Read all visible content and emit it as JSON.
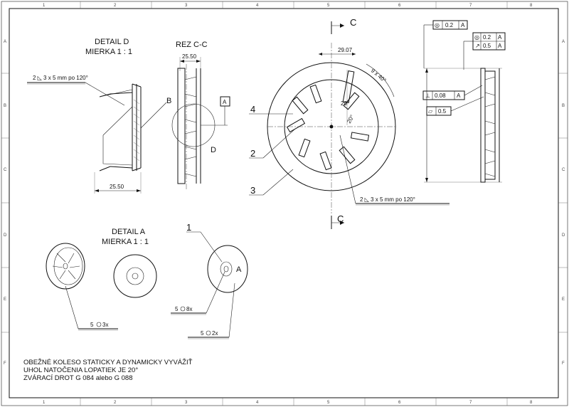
{
  "frame": {
    "cols": [
      "1",
      "2",
      "3",
      "4",
      "5",
      "6",
      "7",
      "8"
    ],
    "rows": [
      "A",
      "B",
      "C",
      "D",
      "E",
      "F"
    ]
  },
  "detail_d": {
    "title": "DETAIL D",
    "scale": "MIERKA 1 : 1",
    "dim_width": "25.50",
    "callout_b": "B"
  },
  "section_cc": {
    "title": "REZ C-C",
    "dim_top": "25.50",
    "datum": "A",
    "detail_ref": "D"
  },
  "front_view": {
    "section_marker": "C",
    "dim_h": "29.07",
    "dim_angle": "9 x 40°",
    "angle_a": "20°",
    "angle_b": "20°",
    "balloons": [
      "4",
      "2",
      "3"
    ],
    "weld_note": "2 ◺ 3 x 5 mm po 120°"
  },
  "weld_note_left": "2 ◺ 3 x 5 mm po 120°",
  "side_view": {
    "fcf_top": {
      "symbol": "◎",
      "value": "0.2",
      "datum": "A"
    },
    "fcf_right": [
      {
        "symbol": "◎",
        "value": "0.2",
        "datum": "A"
      },
      {
        "symbol": "↗",
        "value": "0.5",
        "datum": "A"
      }
    ],
    "fcf_perp": {
      "symbol": "⊥",
      "value": "0.08",
      "datum": "A"
    },
    "fcf_flat": {
      "symbol": "▱",
      "value": "0.5"
    }
  },
  "detail_a": {
    "title": "DETAIL A",
    "scale": "MIERKA 1 : 1",
    "balloon": "1",
    "ref_a": "A",
    "weld_left": "5",
    "weld_left_count": "3x",
    "weld_mid": "5",
    "weld_mid_count": "8x",
    "weld_right": "5",
    "weld_right_count": "2x"
  },
  "notes": [
    "OBEŽNÉ KOLESO STATICKY A DYNAMICKY VYVÁŽIŤ",
    "UHOL NATOČENIA LOPATIEK JE 20°",
    "ZVÁRACÍ DROT G 084 alebo G 088"
  ]
}
